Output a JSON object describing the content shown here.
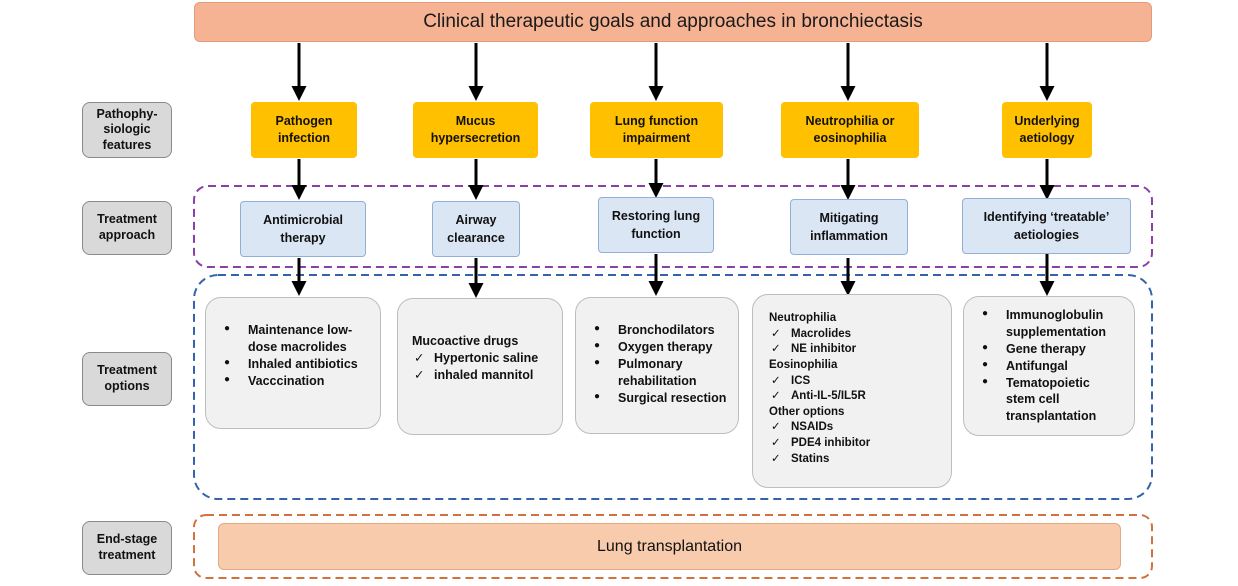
{
  "title": "Clinical therapeutic goals and approaches in bronchiectasis",
  "row_labels": {
    "features": "Pathophy-\nsiologic\nfeatures",
    "approach": "Treatment\napproach",
    "options": "Treatment\noptions",
    "end_stage": "End-stage\ntreatment"
  },
  "features": [
    "Pathogen\ninfection",
    "Mucus\nhypersecretion",
    "Lung function\nimpairment",
    "Neutrophilia or\neosinophilia",
    "Underlying\naetiology"
  ],
  "approaches": [
    "Antimicrobial\ntherapy",
    "Airway\nclearance",
    "Restoring lung\nfunction",
    "Mitigating\ninflammation",
    "Identifying ‘treatable’\naetiologies"
  ],
  "options": {
    "col1": [
      "Maintenance low-\ndose macrolides",
      "Inhaled antibiotics",
      "Vacccination"
    ],
    "col2": {
      "heading": "Mucoactive drugs",
      "items": [
        "Hypertonic saline",
        "inhaled mannitol"
      ]
    },
    "col3": [
      "Bronchodilators",
      "Oxygen therapy",
      "Pulmonary\nrehabilitation",
      "Surgical resection"
    ],
    "col4": {
      "neutrophilia": "Neutrophilia",
      "neutrophilia_items": [
        "Macrolides",
        "NE inhibitor"
      ],
      "eosinophilia": "Eosinophilia",
      "eosinophilia_items": [
        "ICS",
        "Anti-IL-5/IL5R"
      ],
      "other": "Other options",
      "other_items": [
        "NSAIDs",
        "PDE4 inhibitor",
        "Statins"
      ]
    },
    "col5": [
      "Immunoglobulin\nsupplementation",
      "Gene therapy",
      "Antifungal",
      "Tematopoietic\nstem cell\ntransplantation"
    ]
  },
  "end_stage": "Lung transplantation",
  "colors": {
    "title_fill": "#f6b393",
    "feature_fill": "#ffc000",
    "approach_fill": "#dbe6f5",
    "approach_border": "#8b3fa8",
    "options_border": "#3563ab",
    "end_stage_border": "#d2713f",
    "transplant_fill": "#f8cbad",
    "label_fill": "#d9d9d9"
  }
}
